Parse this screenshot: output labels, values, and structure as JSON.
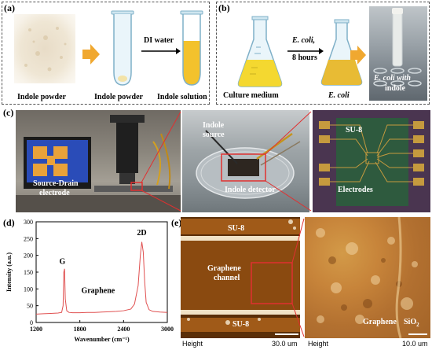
{
  "panel_a": {
    "letter": "(a)",
    "label_powder1": "Indole powder",
    "label_powder2": "Indole powder",
    "label_solution": "Indole solution",
    "arrow_label": "DI water"
  },
  "panel_b": {
    "letter": "(b)",
    "label_medium": "Culture medium",
    "label_ecoli": "E. coli",
    "arrow_label_1": "E. coli,",
    "arrow_label_2": "8 hours",
    "photo_label_1": "E. coli with",
    "photo_label_2": "indole"
  },
  "panel_c": {
    "letter": "(c)",
    "label_sd_1": "Source-Drain",
    "label_sd_2": "electrode",
    "label_source_1": "Indole",
    "label_source_2": "source",
    "label_detector": "Indole detector",
    "label_su8": "SU-8",
    "label_electrodes": "Electrodes"
  },
  "panel_d": {
    "letter": "(d)",
    "chart_data": {
      "type": "line",
      "xlabel": "Wavenumber (cm⁻¹)",
      "ylabel": "Intensity (a.u.)",
      "xlim": [
        1200,
        3000
      ],
      "ylim": [
        0,
        300
      ],
      "x_ticks": [
        "1200",
        "1800",
        "2400",
        "3000"
      ],
      "y_ticks": [
        "0",
        "50",
        "100",
        "150",
        "200",
        "250",
        "300"
      ],
      "series": [
        {
          "color": "#e05050",
          "x": [
            1200,
            1300,
            1400,
            1500,
            1550,
            1570,
            1580,
            1590,
            1600,
            1620,
            1650,
            1700,
            1800,
            1900,
            2000,
            2100,
            2200,
            2300,
            2400,
            2500,
            2550,
            2600,
            2630,
            2650,
            2670,
            2690,
            2710,
            2750,
            2800,
            2900,
            3000
          ],
          "y": [
            25,
            26,
            27,
            28,
            30,
            50,
            150,
            160,
            70,
            35,
            30,
            29,
            29,
            30,
            30,
            31,
            32,
            33,
            35,
            40,
            55,
            110,
            200,
            240,
            210,
            120,
            60,
            38,
            33,
            31,
            30
          ]
        }
      ],
      "annotations": [
        {
          "text": "G",
          "x": 1560,
          "y": 175
        },
        {
          "text": "2D",
          "x": 2650,
          "y": 260
        },
        {
          "text": "Graphene",
          "x": 2050,
          "y": 88
        }
      ]
    }
  },
  "panel_e": {
    "letter": "(e)",
    "label_su8_top": "SU-8",
    "label_channel_1": "Graphene",
    "label_channel_2": "channel",
    "label_su8_bottom": "SU-8",
    "label_height_1": "Height",
    "scale_1": "30.0 um",
    "label_graphene": "Graphene",
    "label_sio2": "SiO",
    "label_sio2_sub": "2",
    "label_height_2": "Height",
    "scale_2": "10.0 um"
  },
  "colors": {
    "arrow": "#f0a830",
    "liquid": "#f3c22c",
    "raman_line": "#e05050",
    "afm_dark": "#8a4a10",
    "afm_light": "#c78437",
    "zoom_red": "#e03030"
  }
}
